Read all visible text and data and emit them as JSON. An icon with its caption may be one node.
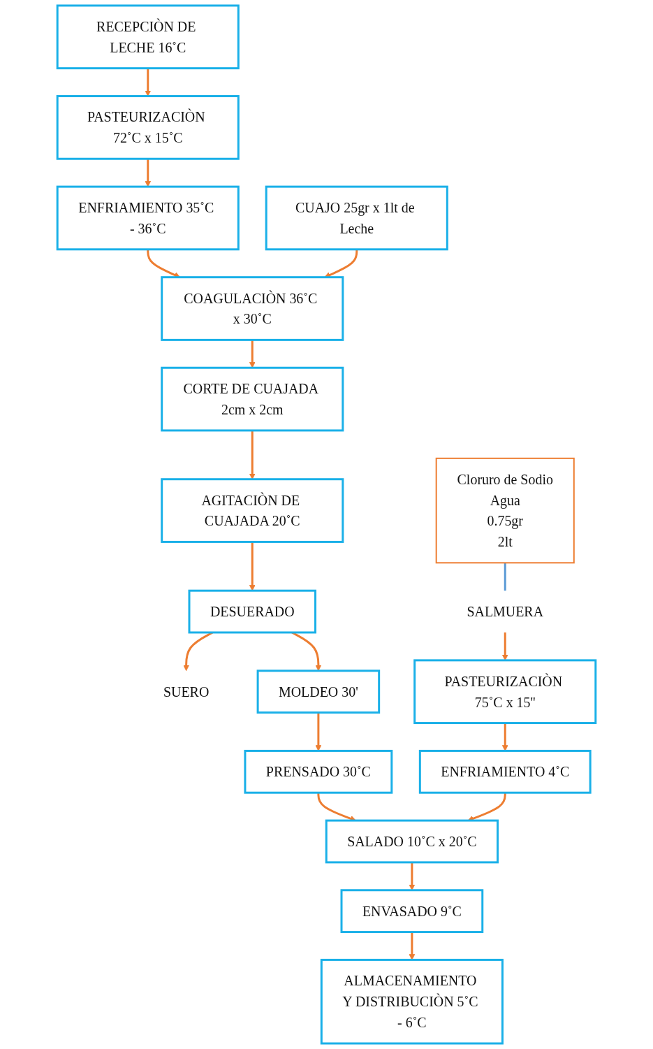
{
  "diagram": {
    "nodes": [
      {
        "text": [
          "RECEPCIÒN DE LECHE 16˚C"
        ]
      },
      {
        "text": [
          "PASTEURIZACIÒN 72˚C x 15˚C"
        ]
      },
      {
        "text": [
          "ENFRIAMIENTO 35˚C - 36˚C"
        ]
      },
      {
        "text": [
          "CUAJO 25gr x 1lt de Leche"
        ]
      },
      {
        "text": [
          "COAGULACIÒN 36˚C x 30˚C"
        ]
      },
      {
        "text": [
          "CORTE DE CUAJADA 2cm x 2cm"
        ]
      },
      {
        "text": [
          "AGITACIÒN DE CUAJADA 20˚C"
        ]
      },
      {
        "text": [
          "Cloruro de Sodio",
          "Agua",
          "0.75gr",
          "2lt"
        ]
      },
      {
        "text": [
          "DESUERADO"
        ]
      },
      {
        "text": [
          "SUERO"
        ]
      },
      {
        "text": [
          "SALMUERA"
        ]
      },
      {
        "text": [
          "MOLDEO 30'"
        ]
      },
      {
        "text": [
          "PASTEURIZACIÒN 75˚C x 15''"
        ]
      },
      {
        "text": [
          "PRENSADO 30˚C"
        ]
      },
      {
        "text": [
          "ENFRIAMIENTO 4˚C"
        ]
      },
      {
        "text": [
          "SALADO 10˚C x 20˚C"
        ]
      },
      {
        "text": [
          "ENVASADO 9˚C"
        ]
      },
      {
        "text": [
          "ALMACENAMIENTO Y DISTRIBUCIÒN 5˚C - 6˚C"
        ]
      }
    ],
    "edges": [
      {
        "from": 0,
        "to": 1,
        "arrow": "to"
      },
      {
        "from": 1,
        "to": 2,
        "arrow": "to"
      },
      {
        "from": 2,
        "to": 4,
        "arrow": "to"
      },
      {
        "from": 3,
        "to": 4,
        "arrow": "to"
      },
      {
        "from": 4,
        "to": 5,
        "arrow": "to"
      },
      {
        "from": 5,
        "to": 6,
        "arrow": "to"
      },
      {
        "from": 6,
        "to": 8,
        "arrow": "to"
      },
      {
        "from": 8,
        "to": 9,
        "arrow": "to"
      },
      {
        "from": 8,
        "to": 11,
        "arrow": "to"
      },
      {
        "from": 7,
        "to": 10,
        "arrow": "none",
        "color": "#5b9bd5"
      },
      {
        "from": 10,
        "to": 12,
        "arrow": "to"
      },
      {
        "from": 11,
        "to": 13,
        "arrow": "to"
      },
      {
        "from": 12,
        "to": 14,
        "arrow": "to"
      },
      {
        "from": 13,
        "to": 15,
        "arrow": "to"
      },
      {
        "from": 14,
        "to": 15,
        "arrow": "to"
      },
      {
        "from": 15,
        "to": 16,
        "arrow": "to"
      },
      {
        "from": 16,
        "to": 17,
        "arrow": "to"
      }
    ]
  }
}
